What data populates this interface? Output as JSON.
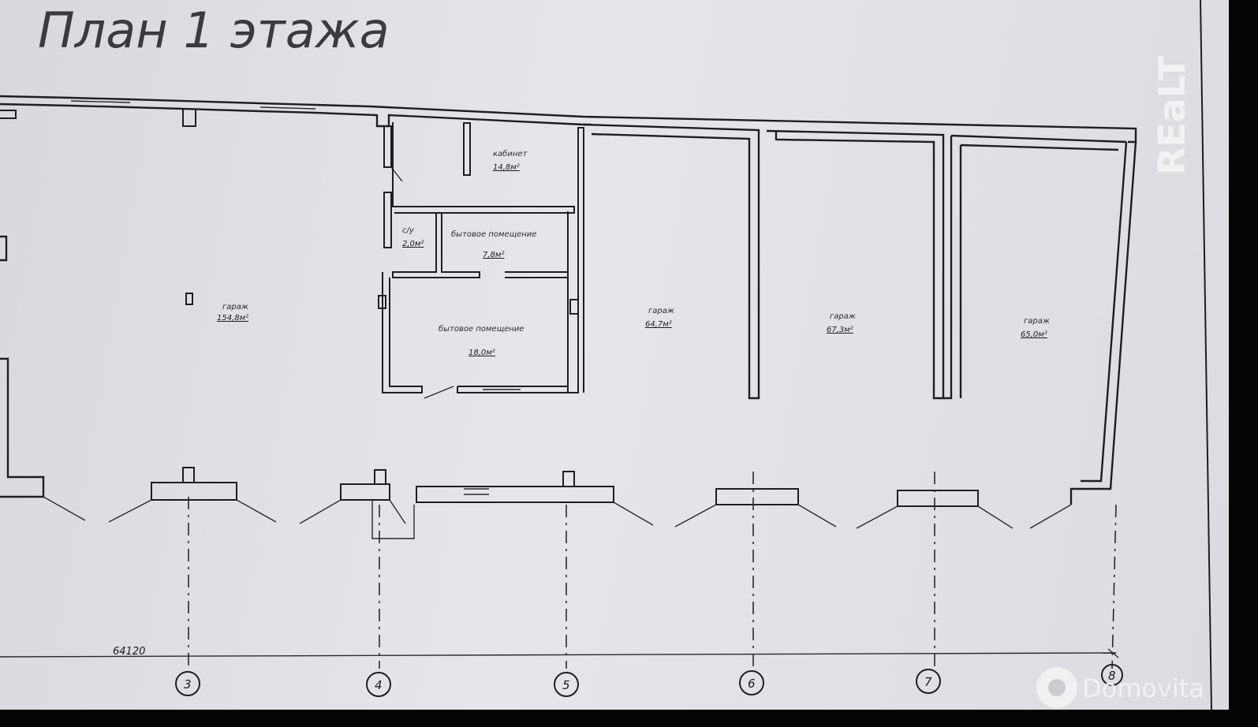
{
  "title": "План 1 этажа",
  "dimension": "64120",
  "watermarks": {
    "realt": "REaLT",
    "domovita": "Domovita"
  },
  "rooms": [
    {
      "id": "garage-1",
      "name": "гараж",
      "area": "154,8м²"
    },
    {
      "id": "office",
      "name": "кабинет",
      "area": "14,8м²"
    },
    {
      "id": "wc",
      "name": "с/у",
      "area": "2,0м²"
    },
    {
      "id": "utility-1",
      "name": "бытовое помещение",
      "area": "7,8м²"
    },
    {
      "id": "utility-2",
      "name": "бытовое помещение",
      "area": "18,0м²"
    },
    {
      "id": "garage-2",
      "name": "гараж",
      "area": "64,7м²"
    },
    {
      "id": "garage-3",
      "name": "гараж",
      "area": "67,3м²"
    },
    {
      "id": "garage-4",
      "name": "гараж",
      "area": "65,0м²"
    }
  ],
  "axes": [
    "3",
    "4",
    "5",
    "6",
    "7",
    "8"
  ]
}
